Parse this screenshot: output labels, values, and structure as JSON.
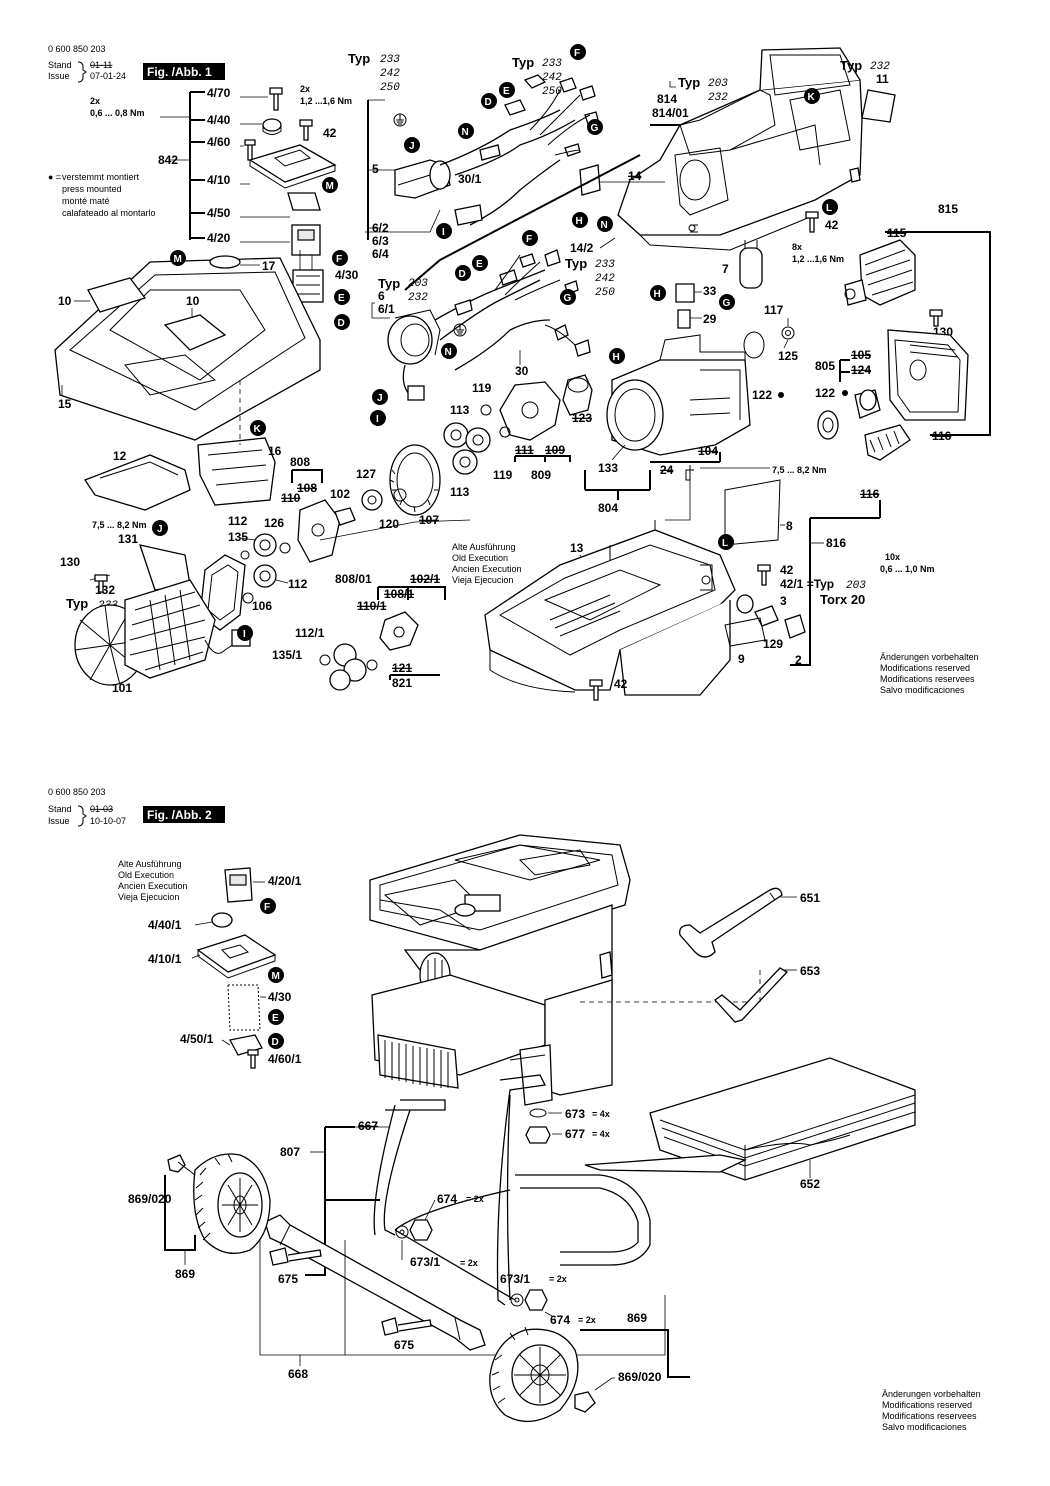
{
  "fig1": {
    "part_number": "0 600 850 203",
    "stand_label": "Stand",
    "stand_old": "01-11",
    "issue_label": "Issue",
    "issue_date": "07-01-24",
    "fig_title": "Fig. /Abb. 1",
    "torque_2x_a": "2x",
    "torque_06": "0,6 ... 0,8 Nm",
    "torque_2x_b": "2x",
    "torque_12": "1,2 ...1,6 Nm",
    "legend_symbol": "● =",
    "legend_lines": [
      "verstemmt montiert",
      "press mounted",
      "monté maté",
      "calafateado al montarlo"
    ],
    "labels": {
      "l4_70": "4/70",
      "l4_40": "4/40",
      "l4_60": "4/60",
      "l842": "842",
      "l4_10": "4/10",
      "l4_50": "4/50",
      "l4_20": "4/20",
      "l42a": "42",
      "l4_30": "4/30",
      "l17": "17",
      "l10a": "10",
      "l10b": "10",
      "l15": "15",
      "l16": "16",
      "l12": "12",
      "l808": "808",
      "l108": "108",
      "l110": "110",
      "l102": "102",
      "l127": "127",
      "l120": "120",
      "l107": "107",
      "l112": "112",
      "l126": "126",
      "l135": "135",
      "l112b": "112",
      "l106": "106",
      "l130": "130",
      "l131": "131",
      "l132": "132",
      "l101": "101",
      "l808_01": "808/01",
      "l102_1": "102/1",
      "l108_1": "108/1",
      "l110_1": "110/1",
      "l112_1": "112/1",
      "l135_1": "135/1",
      "l121": "121",
      "l821": "821",
      "l5": "5",
      "l30_1": "30/1",
      "l6_2": "6/2",
      "l6_3": "6/3",
      "l6_4": "6/4",
      "l6": "6",
      "l6_1": "6/1",
      "l30": "30",
      "l119a": "119",
      "l113a": "113",
      "l123": "123",
      "l111": "111",
      "l109": "109",
      "l119b": "119",
      "l809": "809",
      "l113b": "113",
      "l804": "804",
      "l133": "133",
      "l24": "24",
      "l104": "104",
      "l7": "7",
      "l33": "33",
      "l29": "29",
      "l117": "117",
      "l125": "125",
      "l122": "122",
      "l814": "814",
      "l814_01": "814/01",
      "l14": "14",
      "l14_2": "14/2",
      "l11": "11",
      "l42b": "42",
      "l8x": "8x",
      "l815": "815",
      "l115": "115",
      "l130b": "130",
      "l805": "805",
      "l105": "105",
      "l124": "124",
      "l122b": "122",
      "l116a": "116",
      "l116b": "116",
      "l816": "816",
      "l8": "8",
      "l13": "13",
      "l42c": "42",
      "l42_1": "42/1 =Typ",
      "l3": "3",
      "l129": "129",
      "l2": "2",
      "l9": "9",
      "l42d": "42",
      "l10x": "10x",
      "torque_10x": "0,6 ... 1,0 Nm",
      "torx": "Torx 20",
      "torque_75a": "7,5 ... 8,2 Nm",
      "torque_75b": "7,5 ... 8,2 Nm",
      "typ": "Typ"
    },
    "typ_values": {
      "t233a": "233",
      "t242a": "242",
      "t250a": "250",
      "t233b": "233",
      "t242b": "242",
      "t250b": "250",
      "t203a": "203",
      "t232a": "232",
      "t232b": "232",
      "t203b": "203",
      "t232c": "232",
      "t233c": "233",
      "t242c": "242",
      "t250c": "250",
      "t233d": "233",
      "t203c": "203"
    },
    "old_exec": [
      "Alte Ausführung",
      "Old Execution",
      "Ancien Execution",
      "Vieja Ejecucion"
    ],
    "modifications": [
      "Änderungen vorbehalten",
      "Modifications reserved",
      "Modifications reservees",
      "Salvo modificaciones"
    ]
  },
  "fig2": {
    "part_number": "0 600 850 203",
    "stand_label": "Stand",
    "stand_old": "01-03",
    "issue_label": "Issue",
    "issue_date": "10-10-07",
    "fig_title": "Fig. /Abb. 2",
    "old_exec": [
      "Alte Ausführung",
      "Old Execution",
      "Ancien Execution",
      "Vieja Ejecucion"
    ],
    "labels": {
      "l4_20_1": "4/20/1",
      "l4_40_1": "4/40/1",
      "l4_10_1": "4/10/1",
      "l4_30": "4/30",
      "l4_50_1": "4/50/1",
      "l4_60_1": "4/60/1",
      "l651": "651",
      "l653": "653",
      "l673": "673",
      "l677": "677",
      "l4x_a": "= 4x",
      "l4x_b": "= 4x",
      "l667": "667",
      "l807": "807",
      "l652": "652",
      "l869_020a": "869/020",
      "l674a": "674",
      "l2x_a": "= 2x",
      "l869a": "869",
      "l673_1a": "673/1",
      "l2x_b": "= 2x",
      "l675a": "675",
      "l673_1b": "673/1",
      "l2x_c": "= 2x",
      "l674b": "674",
      "l2x_d": "= 2x",
      "l675b": "675",
      "l869b": "869",
      "l668": "668",
      "l869_020b": "869/020"
    },
    "modifications": [
      "Änderungen vorbehalten",
      "Modifications reserved",
      "Modifications reservees",
      "Salvo modificaciones"
    ]
  },
  "callout_letters": {
    "F": "F",
    "E": "E",
    "D": "D",
    "G": "G",
    "J": "J",
    "N": "N",
    "H": "H",
    "I": "I",
    "K": "K",
    "L": "L",
    "M": "M"
  }
}
